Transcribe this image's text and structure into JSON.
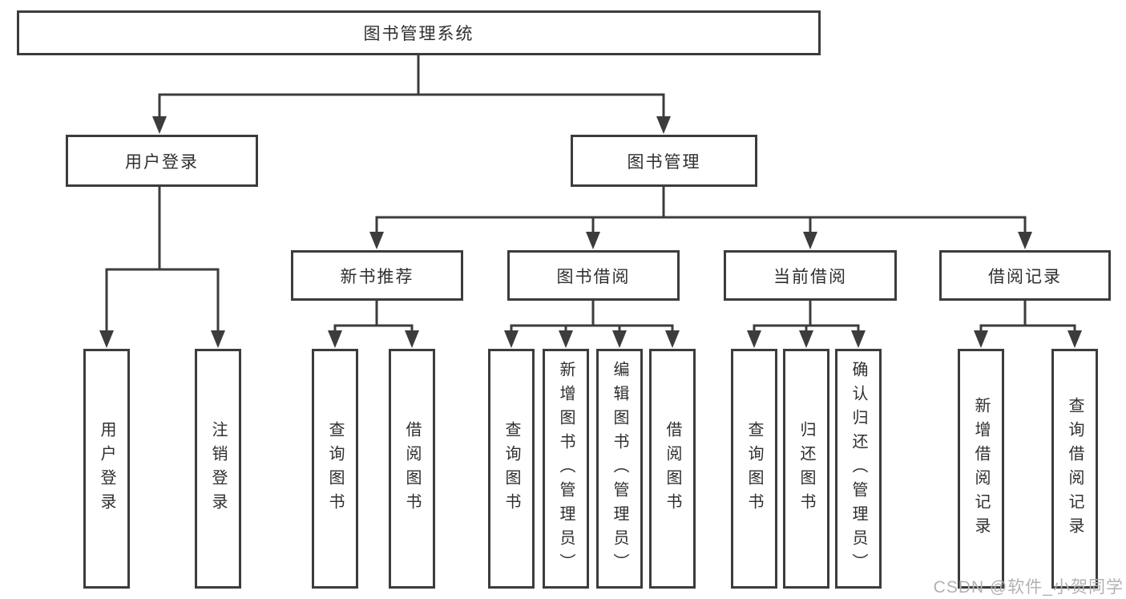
{
  "diagram": {
    "root": {
      "label": "图书管理系统"
    },
    "level2": [
      {
        "label": "用户登录"
      },
      {
        "label": "图书管理"
      }
    ],
    "level3": [
      {
        "label": "新书推荐"
      },
      {
        "label": "图书借阅"
      },
      {
        "label": "当前借阅"
      },
      {
        "label": "借阅记录"
      }
    ],
    "leaves": [
      {
        "label": "用户登录"
      },
      {
        "label": "注销登录"
      },
      {
        "label": "查询图书"
      },
      {
        "label": "借阅图书"
      },
      {
        "label": "查询图书"
      },
      {
        "label": "新增图书（管理员）"
      },
      {
        "label": "编辑图书（管理员）"
      },
      {
        "label": "借阅图书"
      },
      {
        "label": "查询图书"
      },
      {
        "label": "归还图书"
      },
      {
        "label": "确认归还（管理员）"
      },
      {
        "label": "新增借阅记录"
      },
      {
        "label": "查询借阅记录"
      }
    ]
  },
  "watermark": {
    "text": "CSDN @软件_小贺同学"
  },
  "colors": {
    "line": "#3c3c3c",
    "text": "#2f2f2f",
    "watermark": "#b2b2b2",
    "background": "#ffffff"
  }
}
